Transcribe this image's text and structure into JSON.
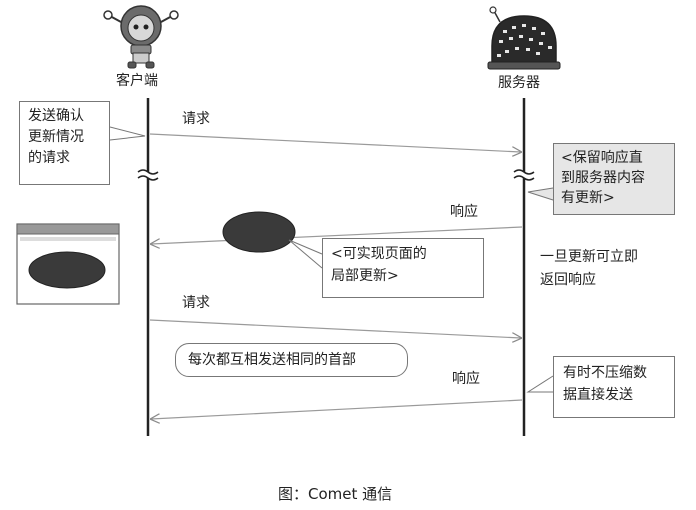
{
  "actors": {
    "client": "客户端",
    "server": "服务器"
  },
  "messages": {
    "request_1": "请求",
    "response_1": "响应",
    "request_2": "请求",
    "response_2": "响应"
  },
  "notes": {
    "client_note_1": "发送确认\n更新情况\n的请求",
    "server_hold_note": "<保留响应直\n到服务器内容\n有更新>",
    "partial_update_note": "<可实现页面的\n局部更新>",
    "immediate_response": "一旦更新可立即\n返回响应",
    "same_header_note": "每次都互相发送相同的首部",
    "no_compress_note": "有时不压缩数\n据直接发送"
  },
  "caption": "图：Comet 通信",
  "colors": {
    "line": "#222222",
    "arrow": "#9a9a9a",
    "ellipse": "#3a3a3a",
    "note_gray": "#e6e6e6"
  }
}
